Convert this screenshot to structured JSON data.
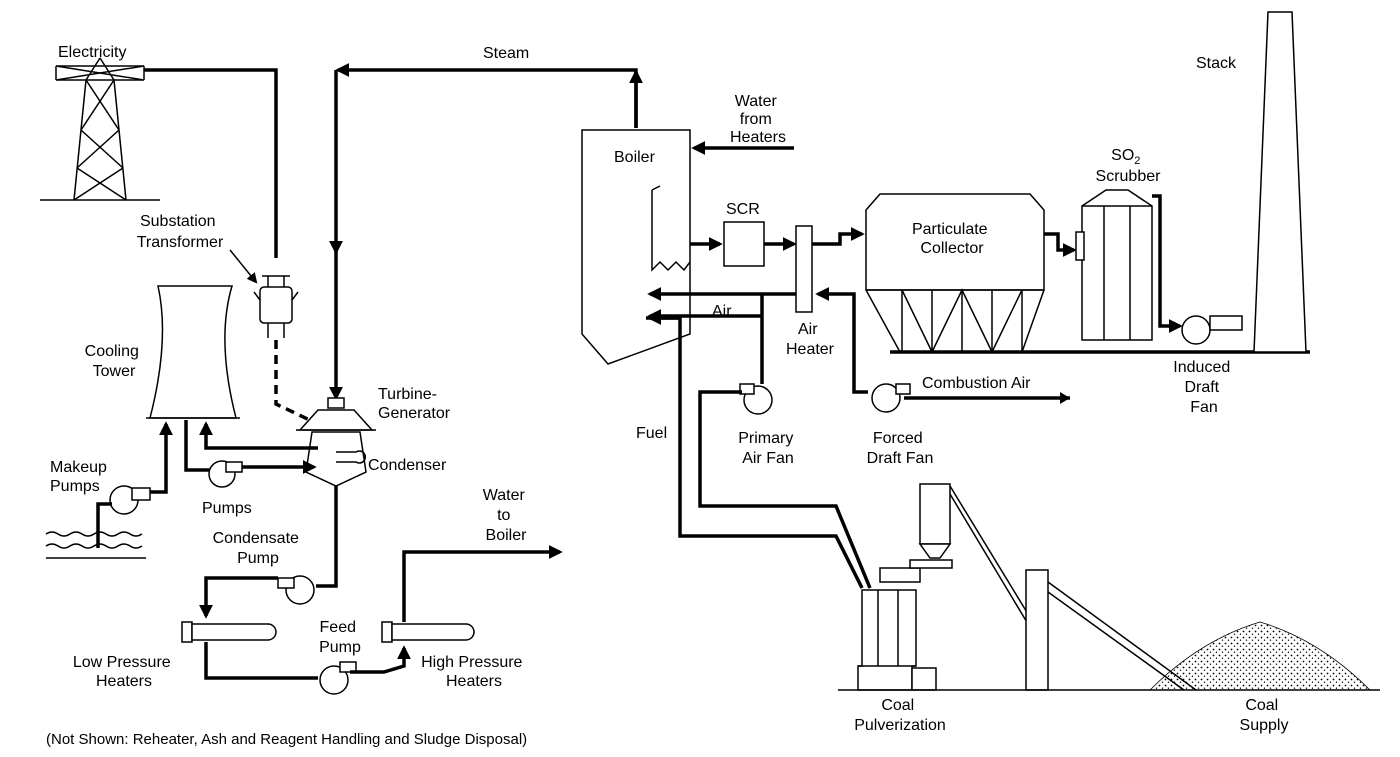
{
  "labels": {
    "electricity": "Electricity",
    "steam": "Steam",
    "stack": "Stack",
    "water_from_heaters": [
      "Water",
      "from",
      "Heaters"
    ],
    "boiler": "Boiler",
    "scr": "SCR",
    "particulate_collector": [
      "Particulate",
      "Collector"
    ],
    "so2_scrubber_line1": "SO",
    "so2_subscript": "2",
    "so2_scrubber_line2": "Scrubber",
    "substation_transformer": [
      "Substation",
      "Transformer"
    ],
    "cooling_tower": [
      "Cooling",
      "Tower"
    ],
    "air": "Air",
    "air_heater": [
      "Air",
      "Heater"
    ],
    "induced_draft_fan": [
      "Induced",
      "Draft",
      "Fan"
    ],
    "combustion_air": "Combustion Air",
    "turbine_generator": [
      "Turbine-",
      "Generator"
    ],
    "condenser": "Condenser",
    "fuel": "Fuel",
    "primary_air_fan": [
      "Primary",
      "Air Fan"
    ],
    "forced_draft_fan": [
      "Forced",
      "Draft Fan"
    ],
    "makeup_pumps": [
      "Makeup",
      "Pumps"
    ],
    "pumps": "Pumps",
    "water_to_boiler": [
      "Water",
      "to",
      "Boiler"
    ],
    "condensate_pump": [
      "Condensate",
      "Pump"
    ],
    "feed_pump": [
      "Feed",
      "Pump"
    ],
    "low_pressure_heaters": [
      "Low Pressure",
      "Heaters"
    ],
    "high_pressure_heaters": [
      "High Pressure",
      "Heaters"
    ],
    "coal_pulverization": [
      "Coal",
      "Pulverization"
    ],
    "coal_supply": [
      "Coal",
      "Supply"
    ]
  },
  "footnote": "(Not Shown: Reheater, Ash and Reagent Handling and Sludge Disposal)"
}
